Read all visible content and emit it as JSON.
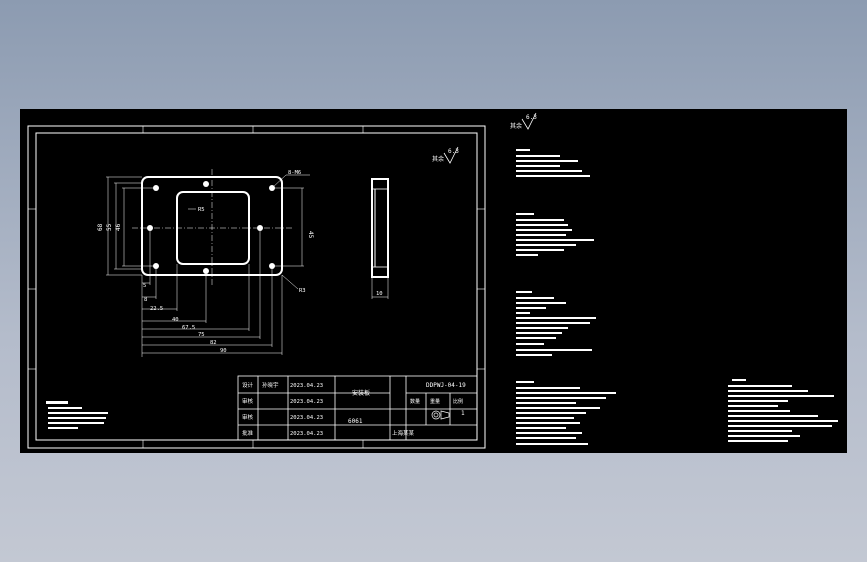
{
  "drawing": {
    "roughness_symbol": "6.3",
    "roughness_prefix": "其余",
    "dimensions": {
      "hole_note": "8-M6",
      "pocket_radius": "R5",
      "corner_radius": "R3",
      "h1": "68",
      "h2": "55",
      "h3": "46",
      "h4": "45",
      "x1": "5",
      "x2": "8",
      "x3": "22.5",
      "x4": "40",
      "x5": "67.5",
      "x6": "75",
      "x7": "82",
      "x8": "90",
      "thickness": "10"
    },
    "title_block": {
      "row1": [
        "设计",
        "孙晓宇",
        "2023.04.23"
      ],
      "row2": [
        "审核",
        "",
        "2023.04.23"
      ],
      "row3": [
        "审核",
        "",
        "2023.04.23"
      ],
      "row4": [
        "批准",
        "",
        "2023.04.23"
      ],
      "part_name": "安装板",
      "material": "6061",
      "drawing_no": "DDPWJ-04-19",
      "scale_label": "比例",
      "scale_value": "1",
      "company": "上海某某",
      "qty_label": "数量",
      "weight_label": "重量"
    },
    "top_right_roughness": "6.3",
    "top_right_prefix": "其余"
  }
}
